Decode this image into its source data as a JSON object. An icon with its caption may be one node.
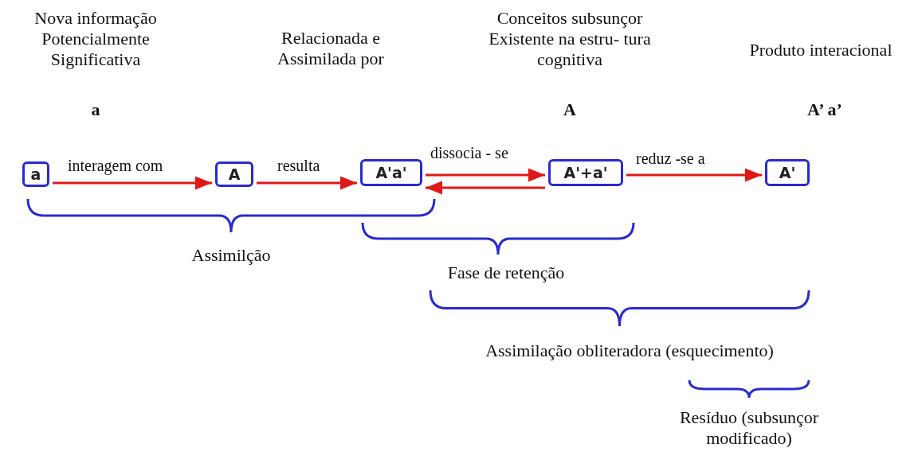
{
  "diagram": {
    "nodes": [
      {
        "text": [
          "a"
        ]
      },
      {
        "text": [
          "A"
        ]
      },
      {
        "text": [
          "A'a'"
        ]
      },
      {
        "text": [
          "A'+a'"
        ]
      },
      {
        "text": [
          "A'"
        ]
      }
    ],
    "edges": [
      {
        "from": 0,
        "to": 1,
        "arrow": "to",
        "label": "interagem com"
      },
      {
        "from": 1,
        "to": 2,
        "arrow": "to",
        "label": "resulta"
      },
      {
        "from": 2,
        "to": 3,
        "arrow": "to",
        "label": "dissocia - se"
      },
      {
        "from": 3,
        "to": 2,
        "arrow": "to"
      },
      {
        "from": 3,
        "to": 4,
        "arrow": "to",
        "label": "reduz -se a"
      }
    ],
    "labels": [
      "Nova informação Potencialmente Significativa",
      "Relacionada e Assimilada por",
      "Conceitos subsunçor Existente na estru- tura cognitiva",
      "Produto interacional",
      "a",
      "A",
      "A’ a’",
      "Assimilção",
      "Fase de retenção",
      "Assimilação obliteradora (esquecimento)",
      "Resíduo (subsunçor modificado)"
    ]
  }
}
